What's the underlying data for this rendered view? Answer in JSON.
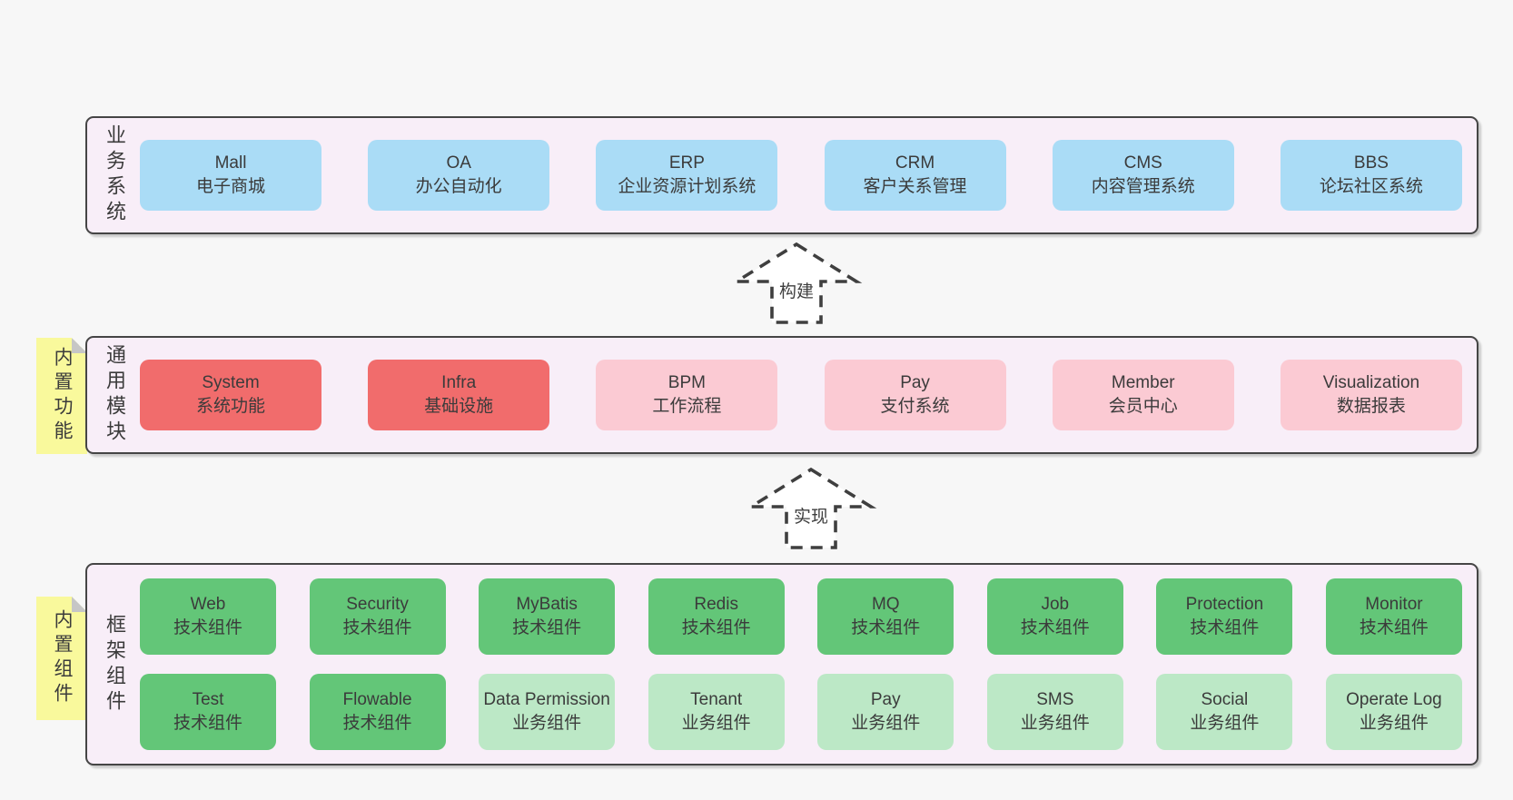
{
  "colors": {
    "page_bg": "#f7f7f7",
    "panel_bg": "#f8eef8",
    "panel_border": "#454545",
    "box_blue": "#aadcf6",
    "box_red": "#f16c6c",
    "box_pink": "#fbcad3",
    "box_green": "#63c678",
    "box_light_green": "#bce8c6",
    "note_yellow": "#f9f99c",
    "note_fold_gray": "#c6c6c6",
    "text": "#3b3b3b",
    "arrow_stroke": "#3f3f3f"
  },
  "arrows": [
    {
      "label": "构建"
    },
    {
      "label": "实现"
    }
  ],
  "layers": [
    {
      "id": "business-systems",
      "label": "业务系统",
      "rows": [
        [
          {
            "name": "Mall",
            "desc": "电子商城",
            "variant": "blue"
          },
          {
            "name": "OA",
            "desc": "办公自动化",
            "variant": "blue"
          },
          {
            "name": "ERP",
            "desc": "企业资源计划系统",
            "variant": "blue"
          },
          {
            "name": "CRM",
            "desc": "客户关系管理",
            "variant": "blue"
          },
          {
            "name": "CMS",
            "desc": "内容管理系统",
            "variant": "blue"
          },
          {
            "name": "BBS",
            "desc": "论坛社区系统",
            "variant": "blue"
          }
        ]
      ]
    },
    {
      "id": "common-modules",
      "label": "通用模块",
      "note": "内置功能",
      "rows": [
        [
          {
            "name": "System",
            "desc": "系统功能",
            "variant": "red"
          },
          {
            "name": "Infra",
            "desc": "基础设施",
            "variant": "red"
          },
          {
            "name": "BPM",
            "desc": "工作流程",
            "variant": "pink"
          },
          {
            "name": "Pay",
            "desc": "支付系统",
            "variant": "pink"
          },
          {
            "name": "Member",
            "desc": "会员中心",
            "variant": "pink"
          },
          {
            "name": "Visualization",
            "desc": "数据报表",
            "variant": "pink"
          }
        ]
      ]
    },
    {
      "id": "framework-components",
      "label": "框架组件",
      "note": "内置组件",
      "rows": [
        [
          {
            "name": "Web",
            "desc": "技术组件",
            "variant": "green"
          },
          {
            "name": "Security",
            "desc": "技术组件",
            "variant": "green"
          },
          {
            "name": "MyBatis",
            "desc": "技术组件",
            "variant": "green"
          },
          {
            "name": "Redis",
            "desc": "技术组件",
            "variant": "green"
          },
          {
            "name": "MQ",
            "desc": "技术组件",
            "variant": "green"
          },
          {
            "name": "Job",
            "desc": "技术组件",
            "variant": "green"
          },
          {
            "name": "Protection",
            "desc": "技术组件",
            "variant": "green"
          },
          {
            "name": "Monitor",
            "desc": "技术组件",
            "variant": "green"
          }
        ],
        [
          {
            "name": "Test",
            "desc": "技术组件",
            "variant": "green"
          },
          {
            "name": "Flowable",
            "desc": "技术组件",
            "variant": "green"
          },
          {
            "name": "Data Permission",
            "desc": "业务组件",
            "variant": "lightgreen"
          },
          {
            "name": "Tenant",
            "desc": "业务组件",
            "variant": "lightgreen"
          },
          {
            "name": "Pay",
            "desc": "业务组件",
            "variant": "lightgreen"
          },
          {
            "name": "SMS",
            "desc": "业务组件",
            "variant": "lightgreen"
          },
          {
            "name": "Social",
            "desc": "业务组件",
            "variant": "lightgreen"
          },
          {
            "name": "Operate Log",
            "desc": "业务组件",
            "variant": "lightgreen"
          }
        ]
      ]
    }
  ]
}
